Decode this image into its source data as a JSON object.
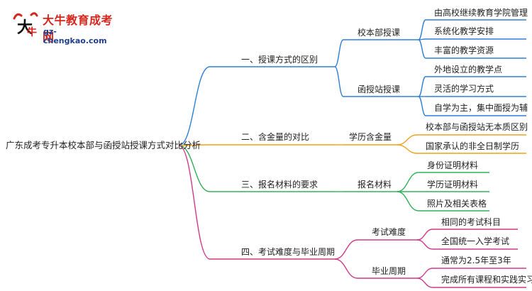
{
  "logo": {
    "name": "大牛教育成考网",
    "url": "gz-chengkao.com",
    "icon": "cow-mascot-icon",
    "colors": {
      "name": "#d8261c",
      "url": "#1f3f8c"
    }
  },
  "mindmap": {
    "root": "广东成考专升本校本部与函授站授课方式对比分析",
    "branch_colors": [
      "#2f7fd6",
      "#eda21a",
      "#33b05b",
      "#cf3a8c"
    ],
    "branches": [
      {
        "label": "一、授课方式的区别",
        "children": [
          {
            "label": "校本部授课",
            "leaves": [
              "由高校继续教育学院管理",
              "系统化教学安排",
              "丰富的教学资源"
            ]
          },
          {
            "label": "函授站授课",
            "leaves": [
              "外地设立的教学点",
              "灵活的学习方式",
              "自学为主，集中面授为辅"
            ]
          }
        ]
      },
      {
        "label": "二、含金量的对比",
        "children": [
          {
            "label": "学历含金量",
            "leaves": [
              "校本部与函授站无本质区别",
              "国家承认的非全日制学历"
            ]
          }
        ]
      },
      {
        "label": "三、报名材料的要求",
        "children": [
          {
            "label": "报名材料",
            "leaves": [
              "身份证明材料",
              "学历证明材料",
              "照片及相关表格"
            ]
          }
        ]
      },
      {
        "label": "四、考试难度与毕业周期",
        "children": [
          {
            "label": "考试难度",
            "leaves": [
              "相同的考试科目",
              "全国统一入学考试"
            ]
          },
          {
            "label": "毕业周期",
            "leaves": [
              "通常为2.5年至3年",
              "完成所有课程和实践实习"
            ]
          }
        ]
      }
    ]
  }
}
